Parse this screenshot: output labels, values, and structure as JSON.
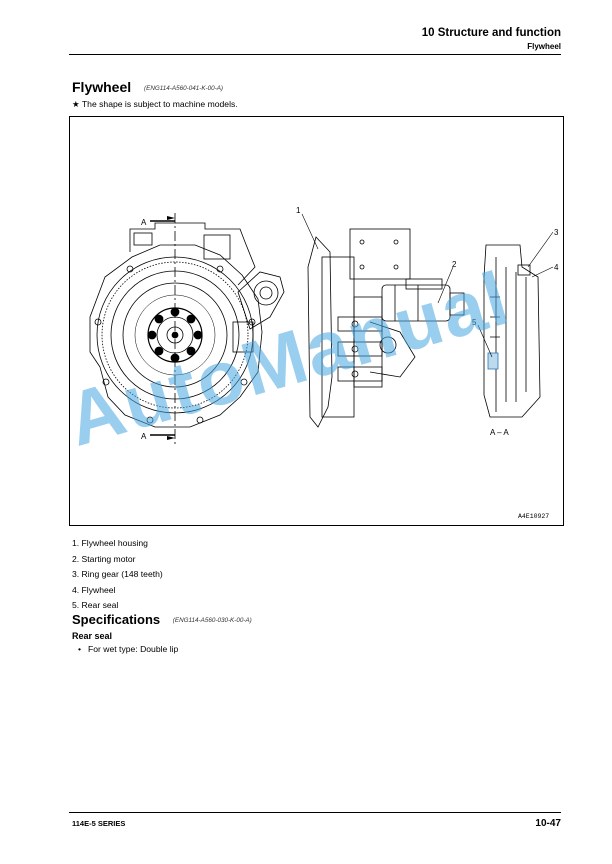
{
  "header": {
    "title": "10 Structure and function",
    "subtitle": "Flywheel"
  },
  "section": {
    "title": "Flywheel",
    "code": "(ENG114-A560-041-K-00-A)",
    "note": "★  The shape is subject to machine models."
  },
  "figure": {
    "section_marks": {
      "top": "A",
      "bottom": "A"
    },
    "callouts": [
      "1",
      "2",
      "3",
      "4",
      "5"
    ],
    "section_label": "A – A",
    "figure_id": "A4E10927"
  },
  "watermark": "AutoManual",
  "parts": [
    "1. Flywheel housing",
    "2. Starting motor",
    "3. Ring gear (148 teeth)",
    "4. Flywheel",
    "5. Rear seal"
  ],
  "specifications": {
    "title": "Specifications",
    "code": "(ENG114-A560-030-K-00-A)",
    "subtitle": "Rear seal",
    "bullet": "For wet type: Double lip"
  },
  "footer": {
    "series": "114E-5 SERIES",
    "page": "10-47"
  },
  "colors": {
    "watermark": "#46a5e1"
  }
}
